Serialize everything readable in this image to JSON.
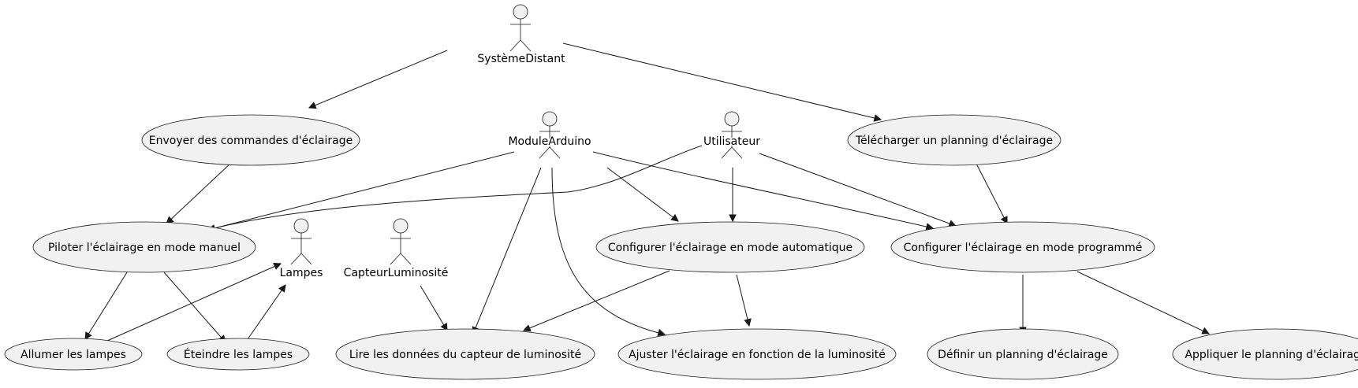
{
  "actors": {
    "systeme_distant": "SystèmeDistant",
    "module_arduino": "ModuleArduino",
    "utilisateur": "Utilisateur",
    "lampes": "Lampes",
    "capteur_luminosite": "CapteurLuminosité"
  },
  "use_cases": {
    "envoyer_commandes": "Envoyer des commandes d'éclairage",
    "telecharger_planning": "Télécharger un planning d'éclairage",
    "piloter_manuel": "Piloter l'éclairage en mode manuel",
    "configurer_auto": "Configurer l'éclairage en mode automatique",
    "configurer_programme": "Configurer l'éclairage en mode programmé",
    "allumer_lampes": "Allumer les lampes",
    "eteindre_lampes": "Éteindre les lampes",
    "lire_capteur": "Lire les données du capteur de luminosité",
    "ajuster_eclairage": "Ajuster l'éclairage en fonction de la luminosité",
    "definir_planning": "Définir un planning d'éclairage",
    "appliquer_planning": "Appliquer le planning d'éclairage"
  },
  "relations": [
    {
      "from": "SystèmeDistant",
      "to": "Envoyer des commandes d'éclairage"
    },
    {
      "from": "SystèmeDistant",
      "to": "Télécharger un planning d'éclairage"
    },
    {
      "from": "Envoyer des commandes d'éclairage",
      "to": "Piloter l'éclairage en mode manuel"
    },
    {
      "from": "Télécharger un planning d'éclairage",
      "to": "Configurer l'éclairage en mode programmé"
    },
    {
      "from": "ModuleArduino",
      "to": "Piloter l'éclairage en mode manuel"
    },
    {
      "from": "ModuleArduino",
      "to": "Configurer l'éclairage en mode automatique"
    },
    {
      "from": "ModuleArduino",
      "to": "Configurer l'éclairage en mode programmé"
    },
    {
      "from": "ModuleArduino",
      "to": "Lire les données du capteur de luminosité"
    },
    {
      "from": "ModuleArduino",
      "to": "Ajuster l'éclairage en fonction de la luminosité"
    },
    {
      "from": "Utilisateur",
      "to": "Piloter l'éclairage en mode manuel"
    },
    {
      "from": "Utilisateur",
      "to": "Configurer l'éclairage en mode automatique"
    },
    {
      "from": "Utilisateur",
      "to": "Configurer l'éclairage en mode programmé"
    },
    {
      "from": "Piloter l'éclairage en mode manuel",
      "to": "Allumer les lampes"
    },
    {
      "from": "Piloter l'éclairage en mode manuel",
      "to": "Éteindre les lampes"
    },
    {
      "from": "Allumer les lampes",
      "to": "Lampes"
    },
    {
      "from": "Éteindre les lampes",
      "to": "Lampes"
    },
    {
      "from": "CapteurLuminosité",
      "to": "Lire les données du capteur de luminosité"
    },
    {
      "from": "Configurer l'éclairage en mode automatique",
      "to": "Lire les données du capteur de luminosité"
    },
    {
      "from": "Configurer l'éclairage en mode automatique",
      "to": "Ajuster l'éclairage en fonction de la luminosité"
    },
    {
      "from": "Configurer l'éclairage en mode programmé",
      "to": "Définir un planning d'éclairage"
    },
    {
      "from": "Configurer l'éclairage en mode programmé",
      "to": "Appliquer le planning d'éclairage"
    }
  ]
}
